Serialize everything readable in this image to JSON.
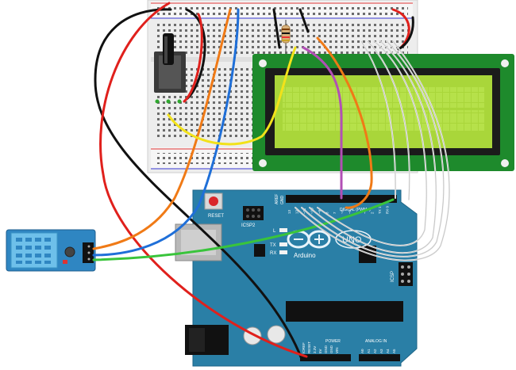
{
  "arduino": {
    "brand": "Arduino",
    "model": "UNO",
    "reset_label": "RESET",
    "icsp2_label": "ICSP2",
    "icsp_label": "ICSP",
    "led_l": "L",
    "led_tx": "TX",
    "led_rx": "RX",
    "aref": "AREF",
    "gnd": "GND",
    "digital_header": "DIGITAL (PWM~)",
    "power_label": "POWER",
    "analog_label": "ANALOG IN",
    "ioref": "IOREF",
    "reset_pin": "RESET",
    "v33": "3.3V",
    "v5": "5V",
    "gnd1": "GND",
    "gnd2": "GND",
    "vin": "VIN",
    "a0": "A0",
    "a1": "A1",
    "a2": "A2",
    "a3": "A3",
    "a4": "A4",
    "a5": "A5",
    "d_labels": [
      "13",
      "12",
      "~11",
      "~10",
      "~9",
      "8",
      "7",
      "~6",
      "~5",
      "4",
      "~3",
      "2",
      "TX 1",
      "RX 0"
    ]
  },
  "colors": {
    "board": "#2a7fa6",
    "lcd_pcb": "#1e8a2c",
    "lcd_screen": "#a9d63a",
    "sensor": "#2f86c2",
    "wire_red": "#e0201c",
    "wire_black": "#111111",
    "wire_orange": "#f07a16",
    "wire_blue": "#1f6fd8",
    "wire_yellow": "#f2e21a",
    "wire_green": "#39c43b",
    "wire_purple": "#b24fb5",
    "wire_white": "#f2f2f2"
  }
}
